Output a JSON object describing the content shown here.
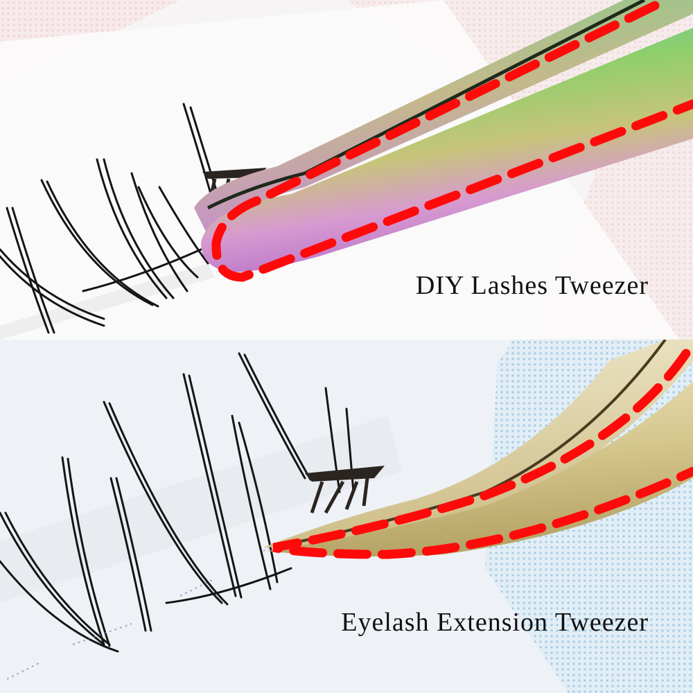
{
  "panels": [
    {
      "id": "top",
      "caption": "DIY Lashes Tweezer",
      "tweezer_finish": "rainbow / iridescent",
      "background_color": "#f6f4f4",
      "accent_pattern_color": "#f4dede"
    },
    {
      "id": "bottom",
      "caption": "Eyelash Extension Tweezer",
      "tweezer_finish": "gold",
      "background_color": "#eef2f6",
      "accent_pattern_color": "#b9d8ec"
    }
  ],
  "colors": {
    "outline_dash": "#ff0a0a",
    "caption_text": "#111111",
    "lash": "#151515"
  }
}
